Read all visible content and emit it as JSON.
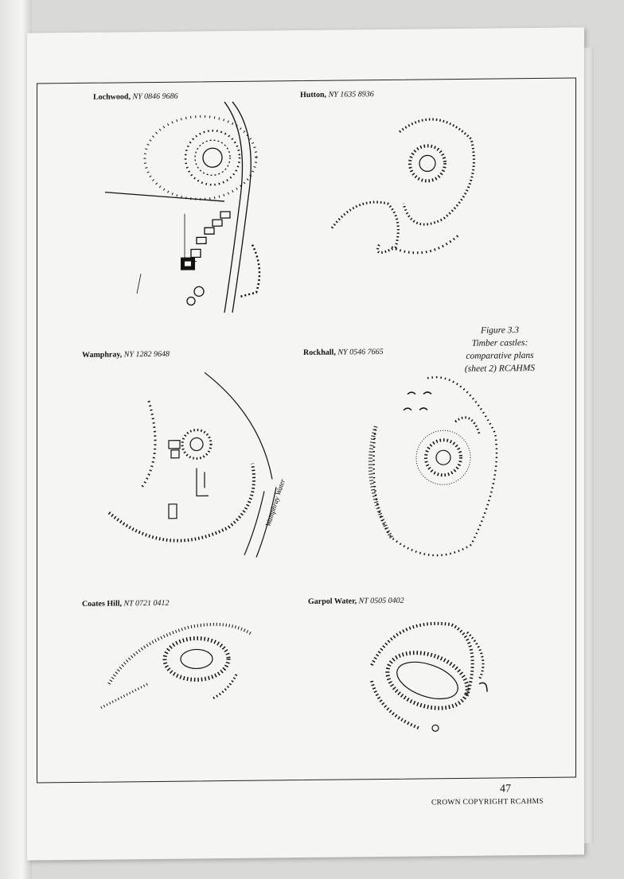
{
  "plans": [
    {
      "name": "Lochwood,",
      "ref": "NY 0846 9686"
    },
    {
      "name": "Hutton,",
      "ref": "NY 1635 8936"
    },
    {
      "name": "Wamphray,",
      "ref": "NY 1282 9648"
    },
    {
      "name": "Rockhall,",
      "ref": "NY 0546 7665"
    },
    {
      "name": "Coates Hill,",
      "ref": "NT 0721 0412"
    },
    {
      "name": "Garpol Water,",
      "ref": "NT 0505 0402"
    }
  ],
  "caption": {
    "line1": "Figure 3.3",
    "line2": "Timber castles:",
    "line3": "comparative plans",
    "line4": "(sheet 2) RCAHMS"
  },
  "river_label": "Wamphray Water",
  "copyright": "CROWN COPYRIGHT RCAHMS",
  "page_number": "47",
  "colors": {
    "ink": "#111111",
    "paper": "#f5f5f3",
    "background": "#d9d9d7"
  }
}
